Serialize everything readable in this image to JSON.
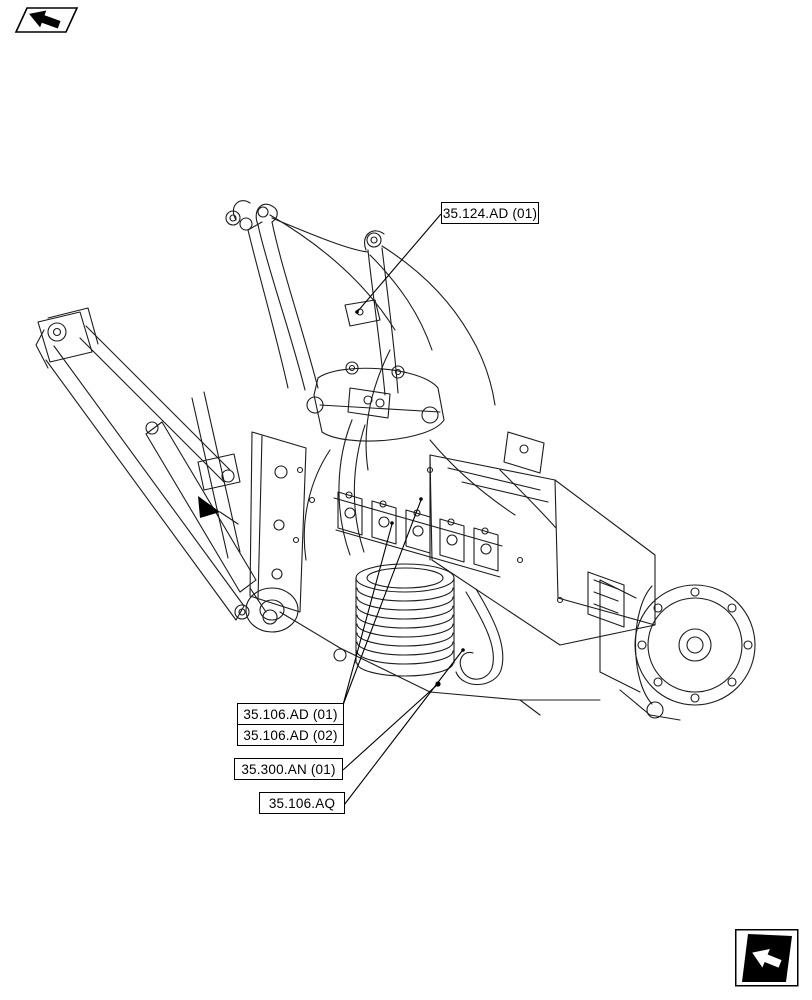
{
  "diagram": {
    "description": "Tractor transmission and hydraulic lift exploded-location line drawing",
    "callouts": [
      {
        "label": "35.124.AD (01)"
      },
      {
        "label": "35.106.AD (01)"
      },
      {
        "label": "35.106.AD (02)"
      },
      {
        "label": "35.300.AN (01)"
      },
      {
        "label": "35.106.AQ"
      }
    ]
  },
  "icons": [
    {
      "name": "nav-back-arrow-icon",
      "position": "top-left"
    },
    {
      "name": "nav-next-arrow-icon",
      "position": "bottom-right"
    }
  ],
  "colors": {
    "background": "#ffffff",
    "line": "#1c1c1c",
    "callout_border": "#000000",
    "nav_icon_fill": "#000000"
  }
}
